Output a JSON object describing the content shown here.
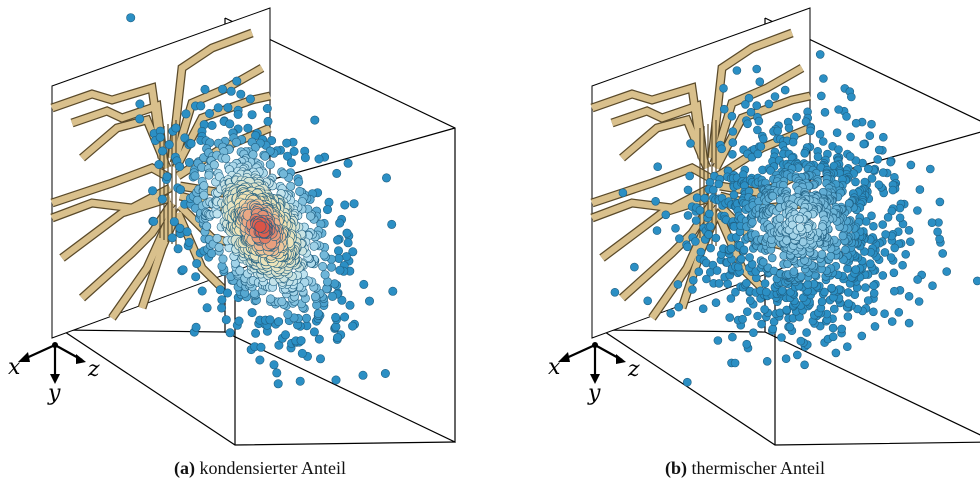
{
  "colors": {
    "trace_fill": "#d9c08c",
    "trace_stroke": "#5a4a2a",
    "box_line": "#000000",
    "atom_cold": "#2b8fc4",
    "atom_mid": "#bfe3f0",
    "atom_warm": "#f4e3b0",
    "atom_hot": "#d9493f"
  },
  "axes": {
    "x": "x",
    "y": "y",
    "z": "z"
  },
  "panels": [
    {
      "label": "(a)",
      "caption": "kondensierter Anteil",
      "cloud_type": "condensed"
    },
    {
      "label": "(b)",
      "caption": "thermischer Anteil",
      "cloud_type": "thermal"
    }
  ]
}
